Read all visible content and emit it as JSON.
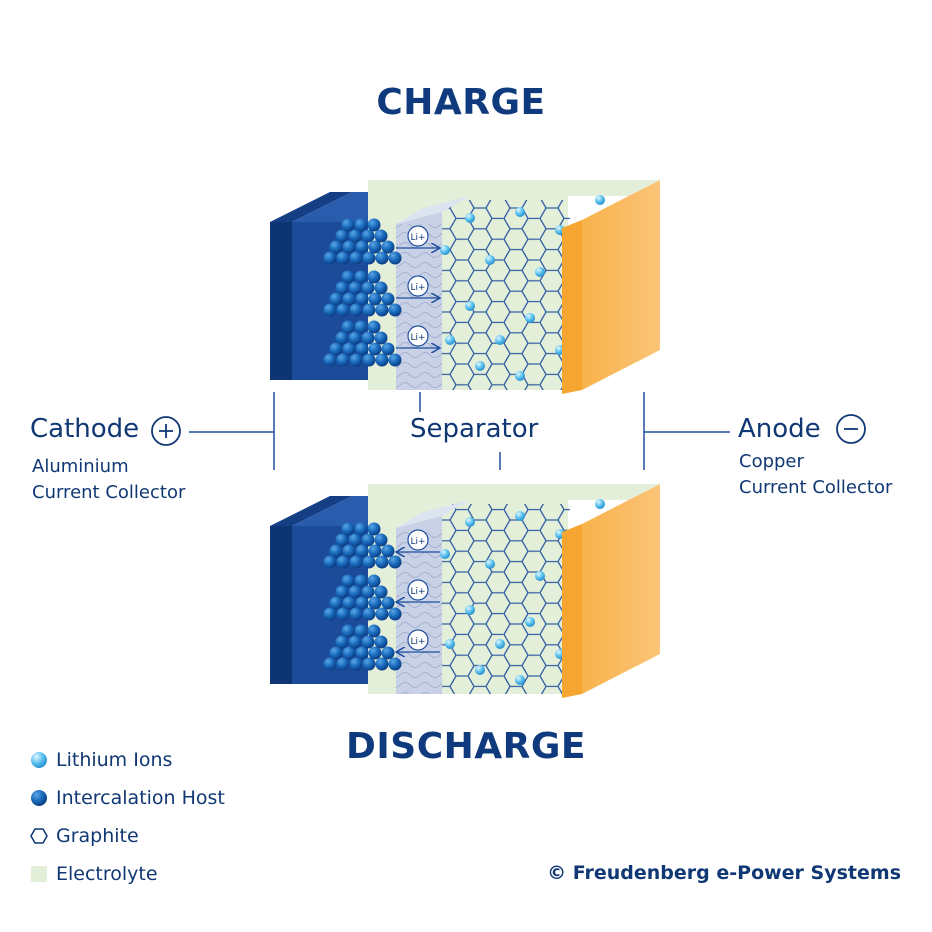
{
  "titles": {
    "charge": "CHARGE",
    "discharge": "DISCHARGE"
  },
  "cathode": {
    "label": "Cathode",
    "sign": "+",
    "sublabel": "Aluminium\nCurrent Collector"
  },
  "separator": {
    "label": "Separator"
  },
  "anode": {
    "label": "Anode",
    "sign": "−",
    "sublabel": "Copper\nCurrent Collector"
  },
  "ion_label": "Li+",
  "legend": [
    {
      "label": "Lithium Ions",
      "icon": "light-blue-sphere"
    },
    {
      "label": "Intercalation Host",
      "icon": "dark-blue-sphere"
    },
    {
      "label": "Graphite",
      "icon": "hexagon-outline"
    },
    {
      "label": "Electrolyte",
      "icon": "pale-green-square"
    }
  ],
  "copyright": "© Freudenberg e-Power Systems",
  "colors": {
    "navy": "#0f3a7d",
    "cathode_front": "#1c4b9a",
    "cathode_side": "#0d3573",
    "separator": "#c8d1e6",
    "electrolyte": "#e4efd9",
    "anode": "#f7b54a",
    "anode_side": "#f6a630",
    "ion": "#4fb8e8"
  }
}
